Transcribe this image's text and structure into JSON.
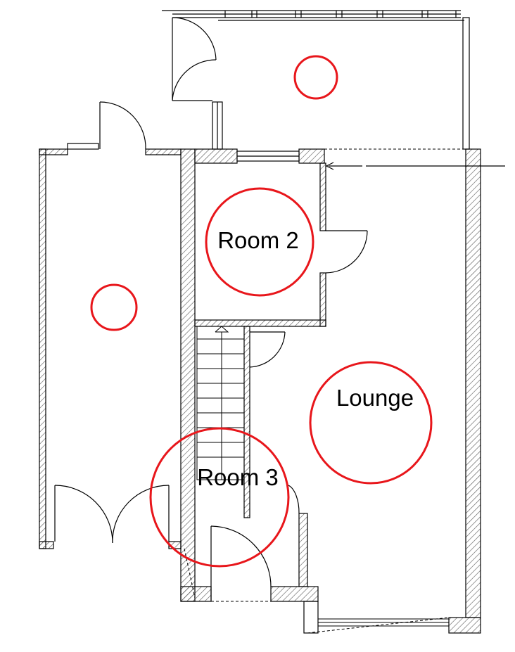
{
  "colors": {
    "wall_stroke": "#000000",
    "hatch": "#555555",
    "room_marker": "#e8161b",
    "background": "#ffffff"
  },
  "rooms": [
    {
      "id": "room2",
      "label": "Room 2"
    },
    {
      "id": "room3",
      "label": "Room 3"
    },
    {
      "id": "lounge",
      "label": "Lounge"
    },
    {
      "id": "left-room",
      "label": ""
    },
    {
      "id": "top-room",
      "label": ""
    }
  ]
}
